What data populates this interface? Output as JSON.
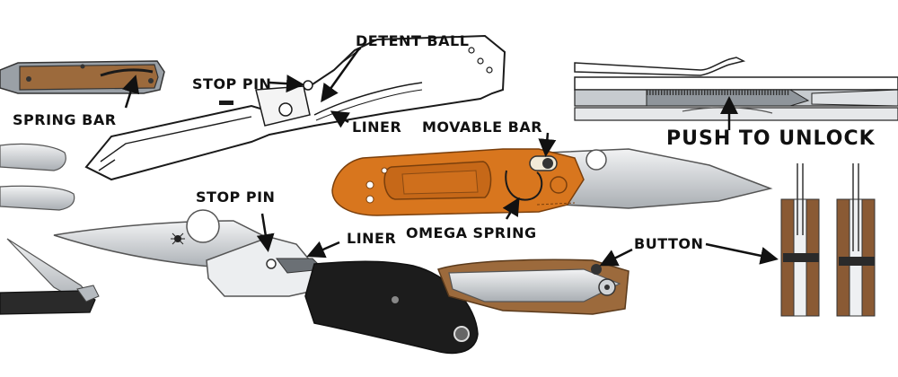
{
  "labels": {
    "spring_bar": "SPRING BAR",
    "stop_pin_top": "STOP PIN",
    "detent_ball": "DETENT BALL",
    "liner_top": "LINER",
    "movable_bar": "MOVABLE BAR",
    "omega_spring": "OMEGA SPRING",
    "push_to_unlock": "PUSH TO UNLOCK",
    "stop_pin_bottom": "STOP PIN",
    "liner_bottom": "LINER",
    "button": "BUTTON"
  },
  "colors": {
    "orange_handle": "#d8761e",
    "brown_scale": "#9c6a3c",
    "dark_handle": "#1c1c1c",
    "steel": "#c8ccd0",
    "outline": "#1a1a1a"
  },
  "icons": [
    "spider-logo-icon"
  ]
}
